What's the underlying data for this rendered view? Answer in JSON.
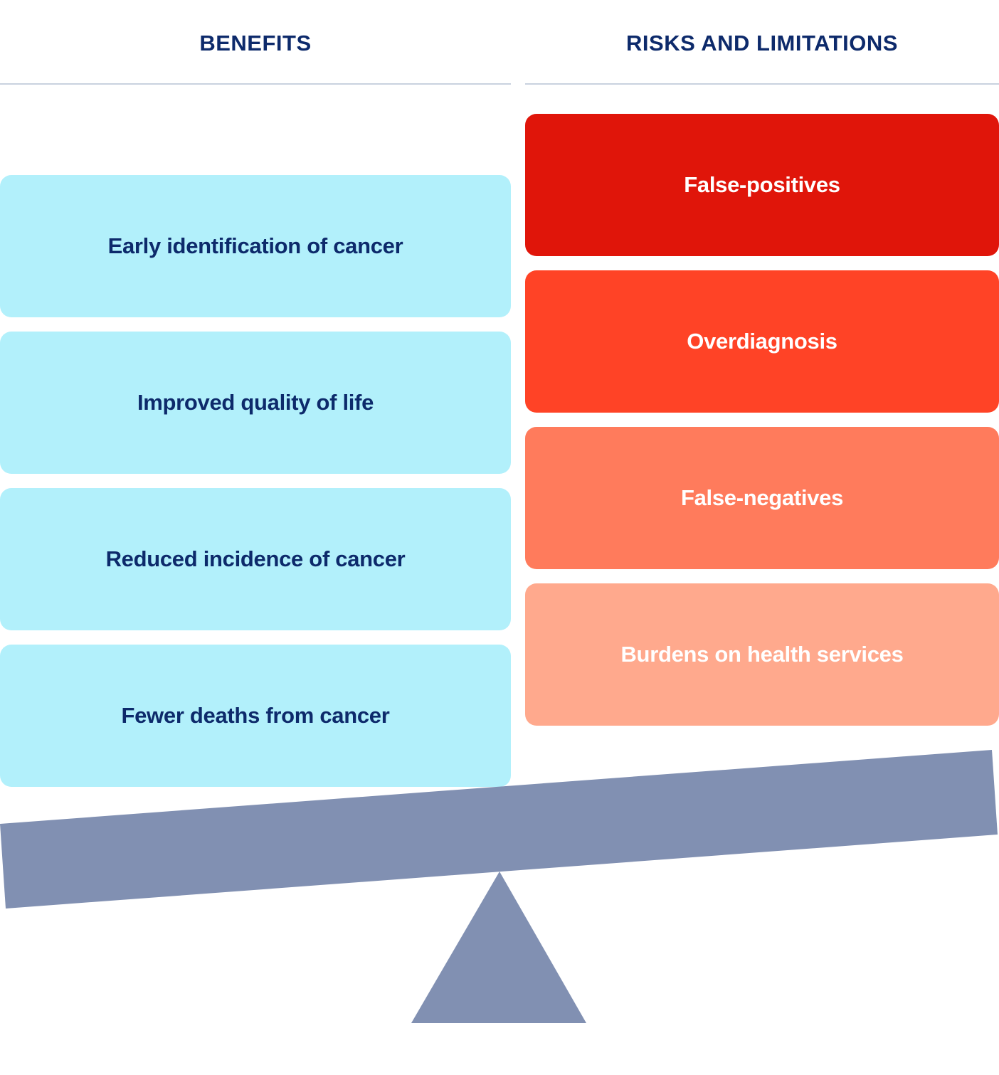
{
  "headers": {
    "benefits": "BENEFITS",
    "risks": "RISKS AND LIMITATIONS"
  },
  "benefits": [
    {
      "label": "Early identification of cancer"
    },
    {
      "label": "Improved quality of life"
    },
    {
      "label": "Reduced incidence of cancer"
    },
    {
      "label": "Fewer deaths from cancer"
    }
  ],
  "risks": [
    {
      "label": "False-positives",
      "color": "#e0150a"
    },
    {
      "label": "Overdiagnosis",
      "color": "#ff4326"
    },
    {
      "label": "False-negatives",
      "color": "#ff7b5c"
    },
    {
      "label": "Burdens on health services",
      "color": "#ffa98d"
    }
  ],
  "colors": {
    "heading_text": "#0d2a6b",
    "benefit_fill": "#b2f0fb",
    "scale_fill": "#8190b2",
    "divider": "#c9d2df"
  }
}
